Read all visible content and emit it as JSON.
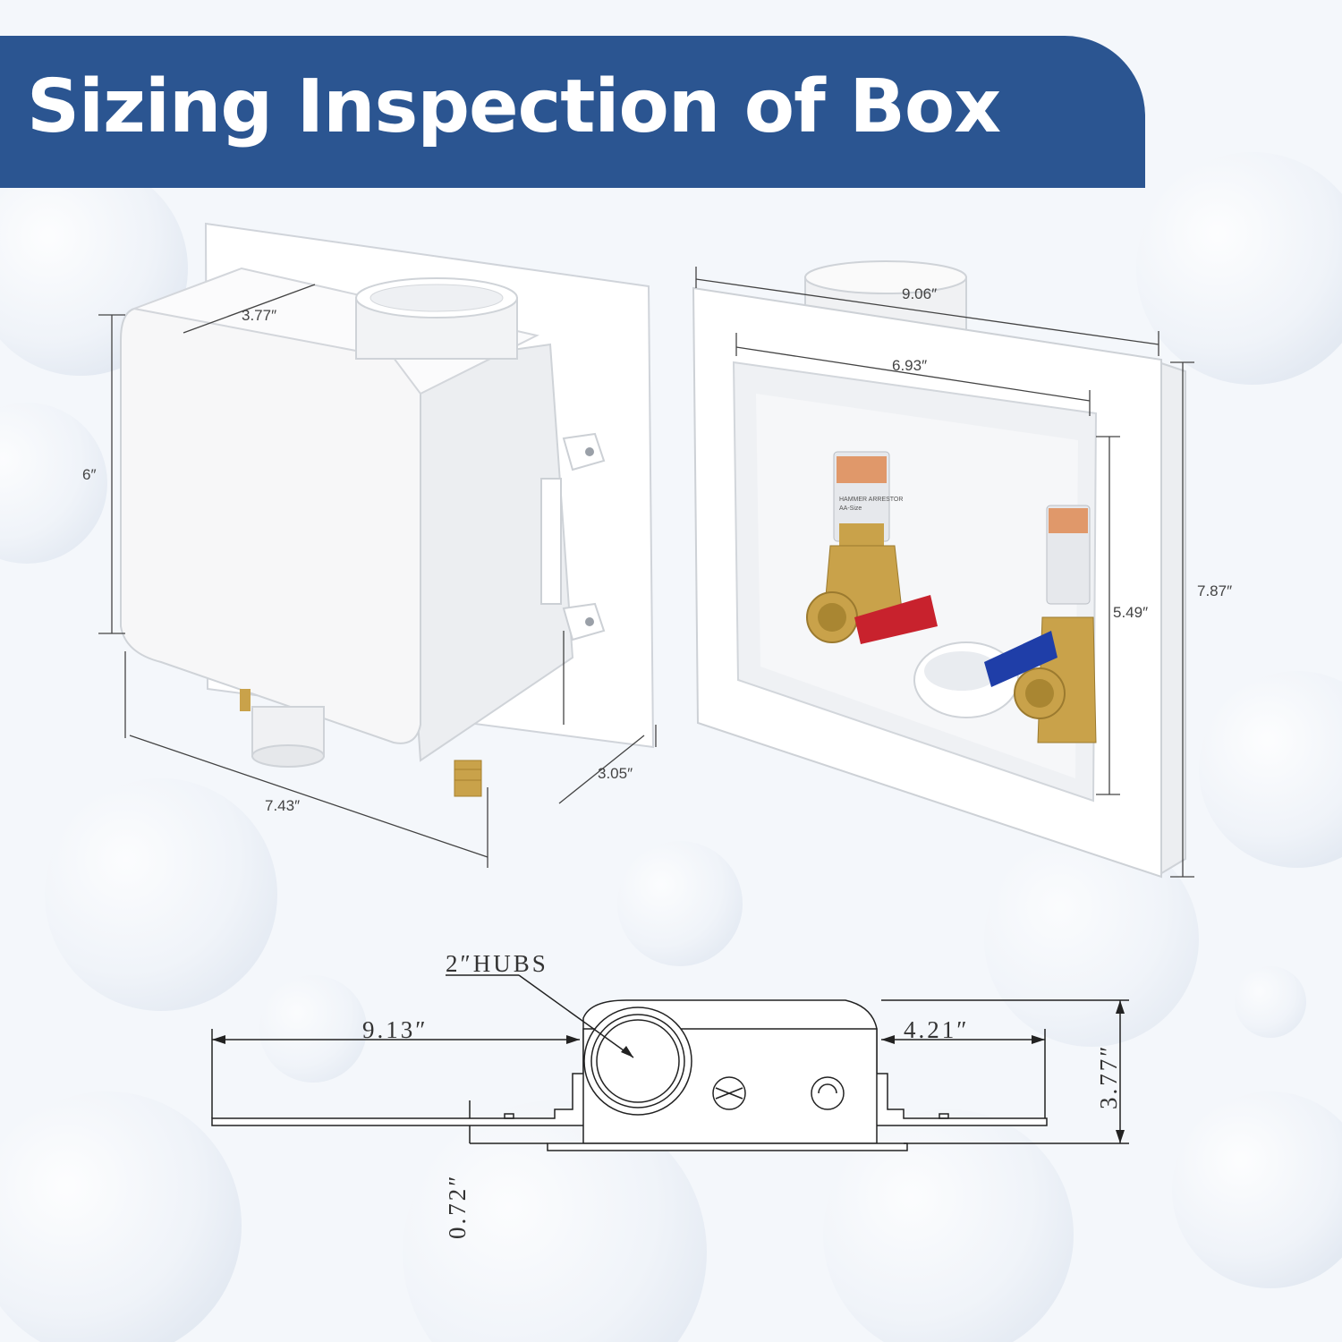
{
  "banner": {
    "title": "Sizing Inspection of Box"
  },
  "figures": {
    "rear_view": {
      "dims": {
        "top_depth": "3.77″",
        "height": "6″",
        "width": "7.43″",
        "bottom_depth": "3.05″"
      }
    },
    "front_view": {
      "dims": {
        "flange_width": "9.06″",
        "opening_width": "6.93″",
        "opening_height": "5.49″",
        "flange_height": "7.87″"
      },
      "label_text": {
        "arrestor": "HAMMER ARRESTOR",
        "size": "AA-Size"
      }
    },
    "top_drawing": {
      "dims": {
        "hubs": "2″HUBS",
        "left_span": "9.13″",
        "right_span": "4.21″",
        "depth": "3.77″",
        "offset": "0.72″"
      }
    }
  },
  "colors": {
    "banner": "#2b5591",
    "brass": "#c9a24a",
    "red_handle": "#c8222d",
    "blue_handle": "#1f3ea8",
    "copper": "#e0986a"
  }
}
